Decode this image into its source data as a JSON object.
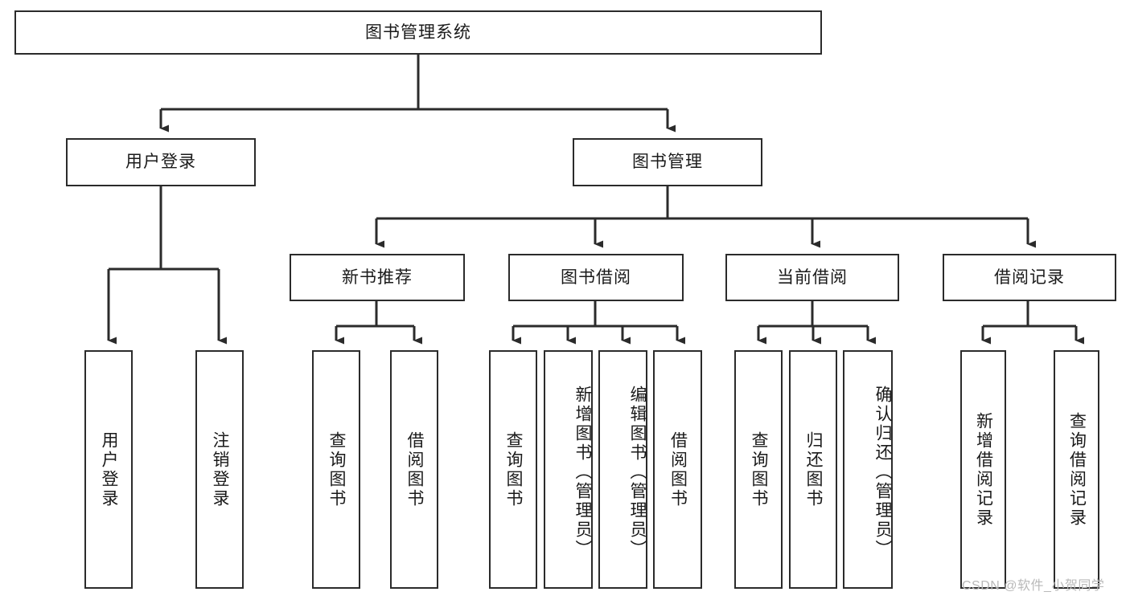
{
  "diagram": {
    "type": "tree-hierarchy",
    "title": "图书管理系统",
    "watermark": "CSDN @软件_小贺同学",
    "colors": {
      "stroke": "#2b2b2b",
      "fill": "#ffffff",
      "text": "#1a1a1a",
      "watermark": "#b9b9b9"
    },
    "nodes": {
      "root": {
        "label": "图书管理系统",
        "level": 1
      },
      "l2": [
        {
          "id": "user-login",
          "label": "用户登录",
          "level": 2
        },
        {
          "id": "book-manage",
          "label": "图书管理",
          "level": 2
        }
      ],
      "l3": [
        {
          "id": "new-book-rec",
          "label": "新书推荐",
          "level": 3,
          "parent": "book-manage"
        },
        {
          "id": "book-borrow",
          "label": "图书借阅",
          "level": 3,
          "parent": "book-manage"
        },
        {
          "id": "current-borrow",
          "label": "当前借阅",
          "level": 3,
          "parent": "book-manage"
        },
        {
          "id": "borrow-record",
          "label": "借阅记录",
          "level": 3,
          "parent": "book-manage"
        }
      ],
      "leaves": [
        {
          "id": "leaf-user-login",
          "label": "用户登录",
          "parent": "user-login"
        },
        {
          "id": "leaf-user-logout",
          "label": "注销登录",
          "parent": "user-login"
        },
        {
          "id": "leaf-rec-query-book",
          "label": "查询图书",
          "parent": "new-book-rec"
        },
        {
          "id": "leaf-rec-borrow-book",
          "label": "借阅图书",
          "parent": "new-book-rec"
        },
        {
          "id": "leaf-borrow-query-book",
          "label": "查询图书",
          "parent": "book-borrow"
        },
        {
          "id": "leaf-borrow-add-book",
          "label": "新增图书（管理员）",
          "parent": "book-borrow"
        },
        {
          "id": "leaf-borrow-edit-book",
          "label": "编辑图书（管理员）",
          "parent": "book-borrow"
        },
        {
          "id": "leaf-borrow-borrow-book",
          "label": "借阅图书",
          "parent": "book-borrow"
        },
        {
          "id": "leaf-current-query-book",
          "label": "查询图书",
          "parent": "current-borrow"
        },
        {
          "id": "leaf-current-return-book",
          "label": "归还图书",
          "parent": "current-borrow"
        },
        {
          "id": "leaf-current-confirm-return",
          "label": "确认归还（管理员）",
          "parent": "current-borrow"
        },
        {
          "id": "leaf-record-add",
          "label": "新增借阅记录",
          "parent": "borrow-record"
        },
        {
          "id": "leaf-record-query",
          "label": "查询借阅记录",
          "parent": "borrow-record"
        }
      ]
    }
  }
}
